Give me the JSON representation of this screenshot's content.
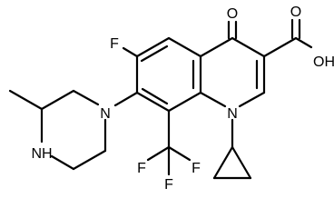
{
  "molecule": {
    "atoms": {
      "fluorine_ring": "F",
      "ketone_oxygen": "O",
      "acid_carbonyl_oxygen": "O",
      "acid_hydroxyl": "OH",
      "quinoline_nitrogen": "N",
      "piperazine_nitrogen_aryl": "N",
      "piperazine_nh": "NH",
      "cf3_fluorine_left": "F",
      "cf3_fluorine_bottom": "F",
      "cf3_fluorine_right": "F"
    }
  }
}
